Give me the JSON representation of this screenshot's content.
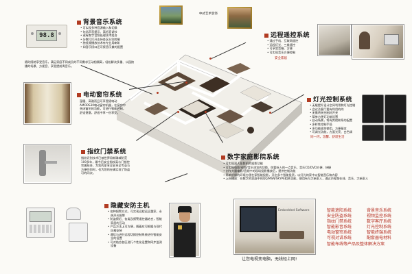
{
  "sections": {
    "music": {
      "title": "背景音乐系统",
      "panel_display": "98.8",
      "items": [
        "可实现多种音源输入和切换",
        "包括声音提示、高低音调节",
        "或有数字音频处理技术组合",
        "分数打打开支持各区分别控制",
        "独低频播放技术有专业用喇叭",
        "如音乐接口还可接音乐兼的配置"
      ],
      "desc": "随时随地享受音乐，满足家庭不同成员的不同需求互动相隔离，轻松解决多重、公园按播的场景、方便音、享受提前青音乐。"
    },
    "curtain": {
      "title": "电动窗帘系统",
      "desc": "温暖、高雅而且可享受随电动AMODS30电动窗帘机器，在窗帘中关闭窗帘的功能，可进行智能控制，舒适惬意，舒适中享一份享受。"
    },
    "fingerprint": {
      "title": "指纹门禁系统",
      "desc": "指纹识别技术已被世界用新确城防范100多年，最今后安全指纹高与门锁控完美结合，为您的家享全安享全专业与方便的同时，也为您的在确实现了防盗可的同次。"
    },
    "security": {
      "title": "隐藏安防主机",
      "items": [
        "各种报警方式，可实现远程远远重家，永热声光报警",
        "防盗接近、各类及报警遥控器结合，智能家居的互动",
        "产品方法上可方便，随着应可根据与现代风格安装",
        "通信与进行远程切换控制系统进行智能安全的设置",
        "可对结合各区进行个性化设置和同步监测设备"
      ]
    },
    "remote": {
      "title": "远程遥控系统",
      "items": [
        "通过手机、互联网遥控",
        "远程灯光、三维遥控",
        "可享受音箱、方便",
        "可实现音乐方便控制"
      ],
      "tag": "安全家居"
    },
    "lighting": {
      "title": "灯光控制系统",
      "items": [
        "无缝提升设计空间利用和灯光控制",
        "会议及客厅要有利用的的",
        "无需将关控制好开关",
        "简单方便灯功能设置",
        "自动场景，将有其他联系的配置",
        "多样性控制手段",
        "多功能遥控使用，方便基本",
        "可调光功能，方面光亮、白色调"
      ],
      "slogan": "同一闪，温馨、舒适生活"
    },
    "theater": {
      "title": "数字家庭影院系统",
      "items": [
        "可实现双人投影机的投影功能",
        "可实现电影/视频/音乐浏览的切换，你要听入的一点音乐，音乐CD/DVD方便、快捷",
        "创作大量电影/音频中的现场投影播放后，提供控制功能",
        "简单舒服的环境方便在家智能投影，开启多个智能投资，以灯光的家中以智能音乐和内容",
        "上网播放：在数字的家庭中的QQ/MSN/SKYPE相关功能，使用有与大新家人，通过声视频在线、音乐、大新家人"
      ],
      "caption": "让您电视变电脑，无线轻上网!",
      "screen_text": "Embedded Software"
    }
  },
  "art": {
    "left_label": "",
    "right_label": "中式艺术装饰"
  },
  "features": {
    "col1": [
      "智能遮阳系统",
      "安全防盗系统",
      "指纹门禁系统",
      "智能影音系统",
      "电动窗帘系统",
      "可视对讲系统",
      "智能布线等产品及整体解决方案"
    ],
    "col2": [
      "背景音乐系统",
      "视频监控系统",
      "数字客厅系统",
      "灯光控制系统",
      "智能终端系统",
      "配套器电材料"
    ]
  },
  "colors": {
    "accent": "#b42c1f",
    "paper": "#fbfaf6"
  }
}
